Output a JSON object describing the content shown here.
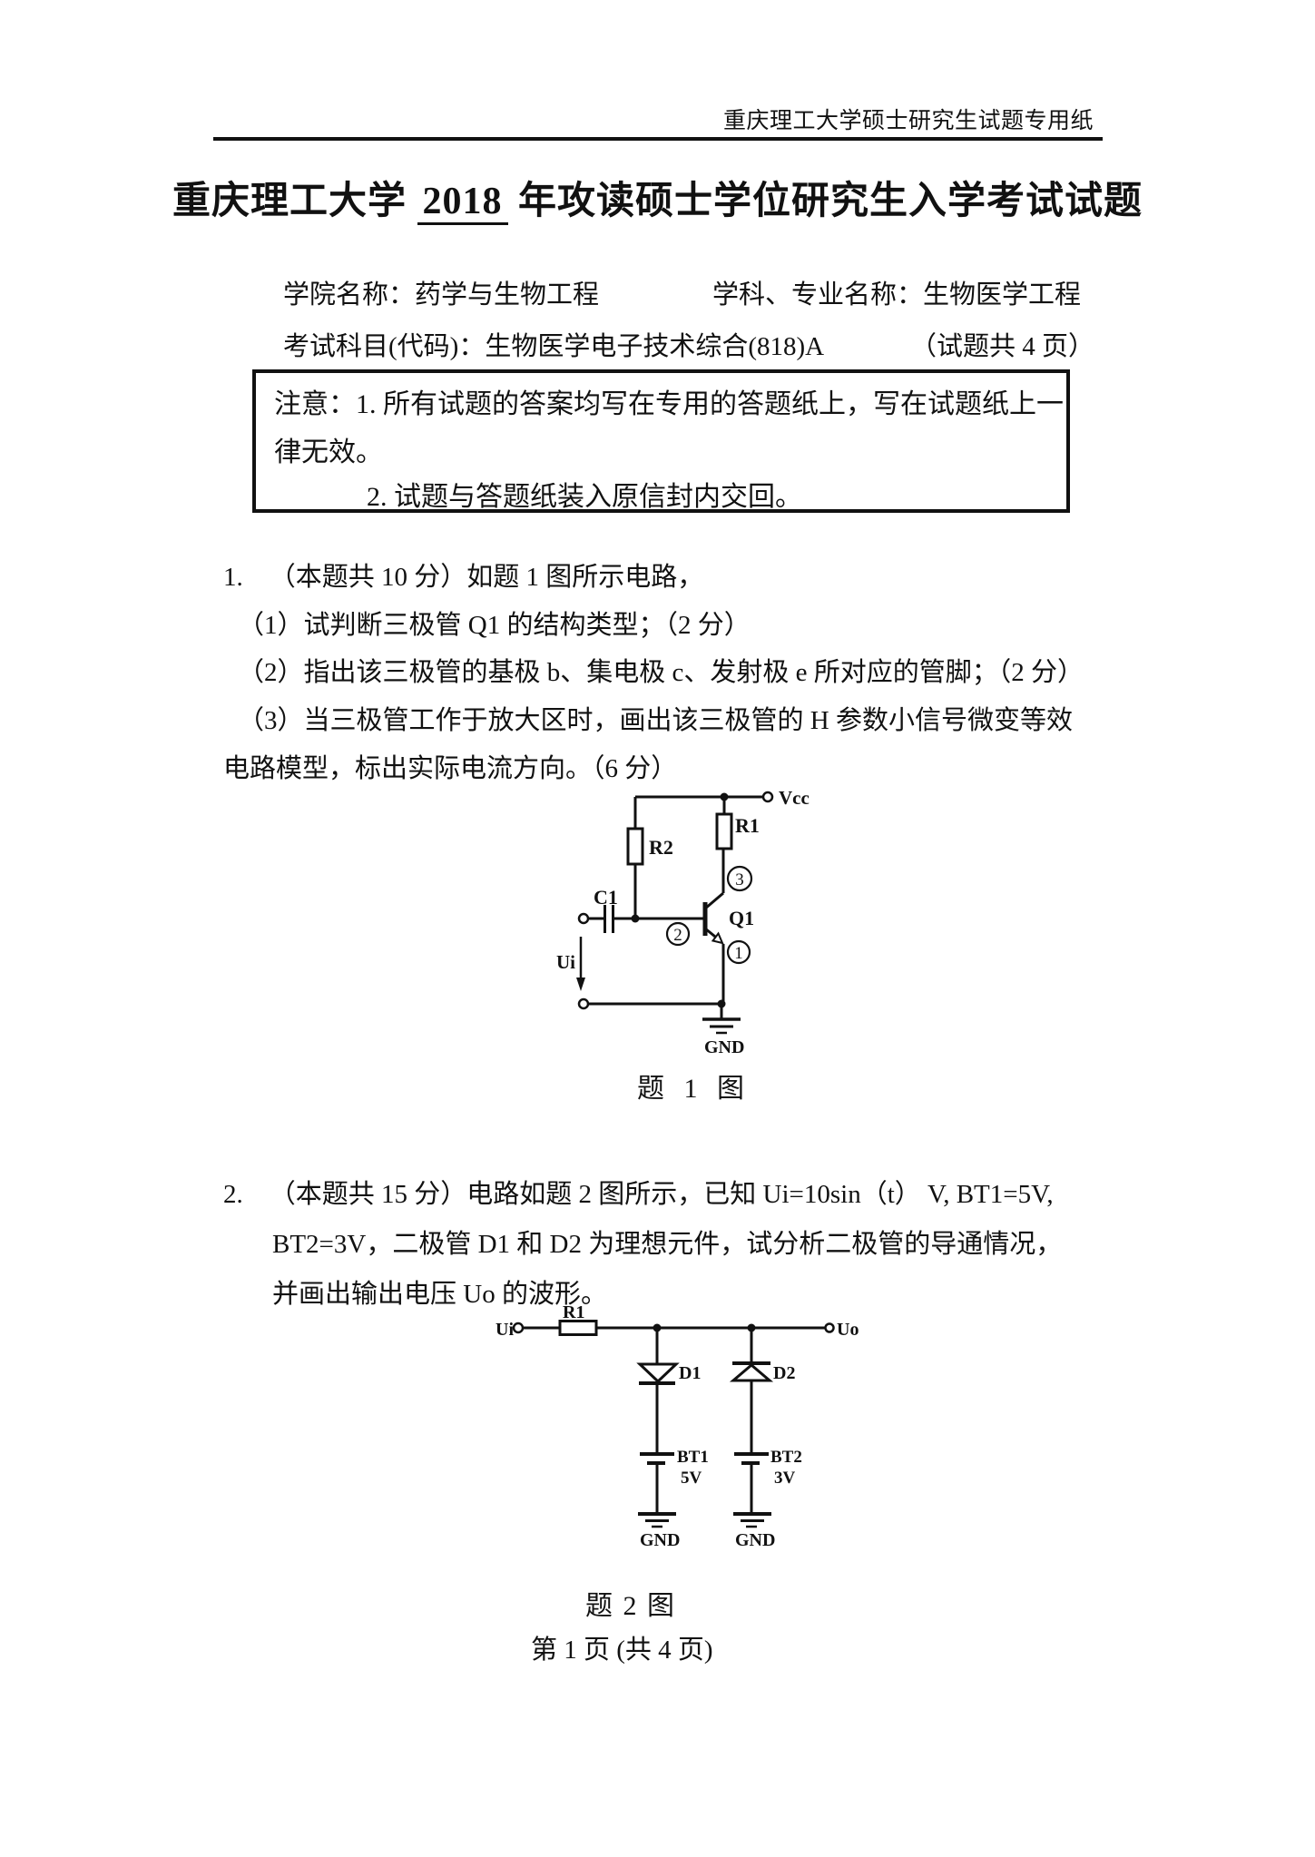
{
  "colors": {
    "ink": "#111111",
    "paper": "#ffffff"
  },
  "page": {
    "header_note": "重庆理工大学硕士研究生试题专用纸",
    "title": {
      "prefix": "重庆理工大学 ",
      "year": "2018",
      "suffix": " 年攻读硕士学位研究生入学考试试题"
    },
    "info": {
      "college": "学院名称：药学与生物工程",
      "major": "学科、专业名称：生物医学工程",
      "subject": "考试科目(代码)：生物医学电子技术综合(818)A",
      "pages_note": "（试题共 4 页）"
    },
    "notice": {
      "lines": [
        "注意：1. 所有试题的答案均写在专用的答题纸上，写在试题纸上一",
        "律无效。",
        "2. 试题与答题纸装入原信封内交回。"
      ]
    },
    "question1": {
      "lines": [
        "1.    （本题共 10 分）如题 1 图所示电路，",
        "（1）试判断三极管 Q1 的结构类型；（2 分）",
        "（2）指出该三极管的基极 b、集电极 c、发射极 e 所对应的管脚；（2 分）",
        "（3）当三极管工作于放大区时，画出该三极管的 H 参数小信号微变等效",
        "电路模型，标出实际电流方向。（6 分）"
      ],
      "figure_caption": "题 1 图"
    },
    "question2": {
      "lines": [
        "2.    （本题共 15 分）电路如题 2 图所示，已知 Ui=10sin（t） V, BT1=5V,",
        "BT2=3V，二极管 D1 和 D2 为理想元件，试分析二极管的导通情况，",
        "并画出输出电压 Uo 的波形。"
      ],
      "figure_caption": "题 2 图"
    },
    "footer": "第 1 页 (共 4 页)"
  },
  "circuit1": {
    "labels": {
      "vcc": "Vcc",
      "r1": "R1",
      "r2": "R2",
      "c1": "C1",
      "q1": "Q1",
      "ui": "Ui",
      "gnd": "GND",
      "pin1": "1",
      "pin2": "2",
      "pin3": "3"
    }
  },
  "circuit2": {
    "labels": {
      "ui": "Ui",
      "uo": "Uo",
      "r1": "R1",
      "d1": "D1",
      "d2": "D2",
      "bt1": "BT1",
      "bt1_v": "5V",
      "bt2": "BT2",
      "bt2_v": "3V",
      "gnd1": "GND",
      "gnd2": "GND"
    }
  }
}
